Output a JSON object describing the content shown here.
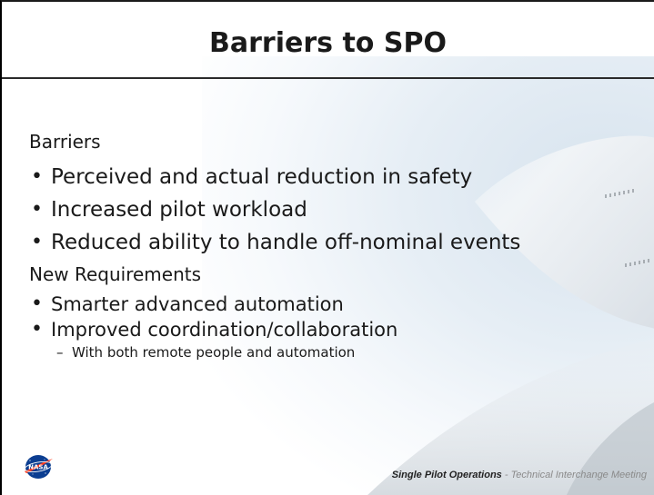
{
  "slide": {
    "title": "Barriers to SPO"
  },
  "sections": [
    {
      "heading": "Barriers",
      "bullets": [
        "Perceived and actual reduction in safety",
        "Increased pilot workload",
        "Reduced ability to handle off-nominal events"
      ]
    },
    {
      "heading": "New Requirements",
      "bullets": [
        "Smarter advanced automation",
        "Improved coordination/collaboration"
      ],
      "sub_bullets": [
        "With both remote people and automation"
      ]
    }
  ],
  "footer": {
    "bold_text": "Single Pilot Operations",
    "separator": " - ",
    "light_text": "Technical Interchange Meeting",
    "logo": "nasa-logo-icon"
  },
  "colors": {
    "title": "#1a1a1a",
    "rule": "#2a2a2a",
    "nasa_blue": "#0b3d91",
    "nasa_red": "#fc3d21"
  }
}
